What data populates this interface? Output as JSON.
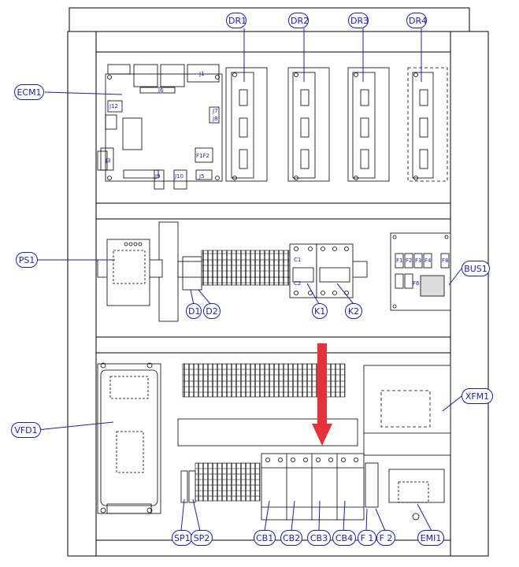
{
  "accent_color": "#1a1acc",
  "arrow_color": "#e8303a",
  "callouts": {
    "dr1": "DR1",
    "dr2": "DR2",
    "dr3": "DR3",
    "dr4": "DR4",
    "ecm1": "ECM1",
    "ps1": "PS1",
    "bus1": "BUS1",
    "d1": "D1",
    "d2": "D2",
    "k1": "K1",
    "k2": "K2",
    "vfd1": "VFD1",
    "xfm1": "XFM1",
    "sp1": "SP1",
    "sp2": "SP2",
    "cb1": "CB1",
    "cb2": "CB2",
    "cb3": "CB3",
    "cb4": "CB4",
    "f1": "F 1",
    "f2": "F 2",
    "emi1": "EMI1"
  },
  "ecm_labels": {
    "j1": "J1",
    "j6": "J6",
    "j12": "J12",
    "j3": "J3",
    "j9": "J9",
    "j10": "J10",
    "j5": "J5",
    "f1f2": "F1F2",
    "j7": "J7",
    "j8": "J8"
  },
  "bus_labels": {
    "f1": "F1",
    "f2": "F2",
    "f3": "F3",
    "f4": "F4",
    "f8": "F8",
    "f6": "F6"
  },
  "contactor_labels": {
    "c1": "C1",
    "c2": "C2"
  }
}
